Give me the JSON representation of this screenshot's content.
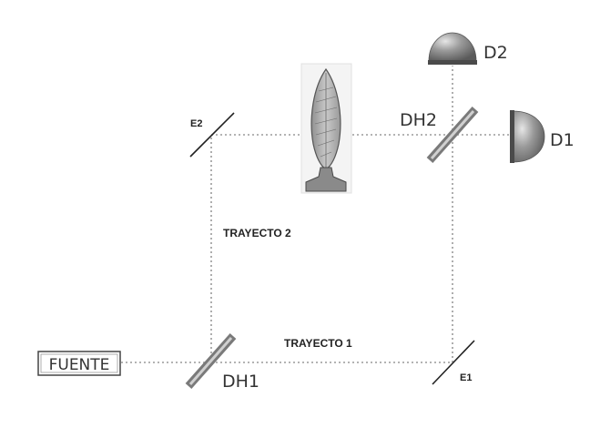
{
  "labels": {
    "source": "FUENTE",
    "beam_splitter_1": "DH1",
    "beam_splitter_2": "DH2",
    "mirror_1": "E1",
    "mirror_2": "E2",
    "path_1": "TRAYECTO 1",
    "path_2": "TRAYECTO 2",
    "detector_1": "D1",
    "detector_2": "D2"
  },
  "colors": {
    "beam": "#9a9a9a",
    "mirror": "#222222",
    "splitter_dark": "#7a7a7a",
    "splitter_light": "#d0d0d0",
    "detector": "#808080",
    "sample_fill": "#bdbdbd",
    "source_border": "#444444"
  },
  "icons": {
    "detector": "hemisphere-detector-icon",
    "sample": "leaf-sample-icon"
  }
}
